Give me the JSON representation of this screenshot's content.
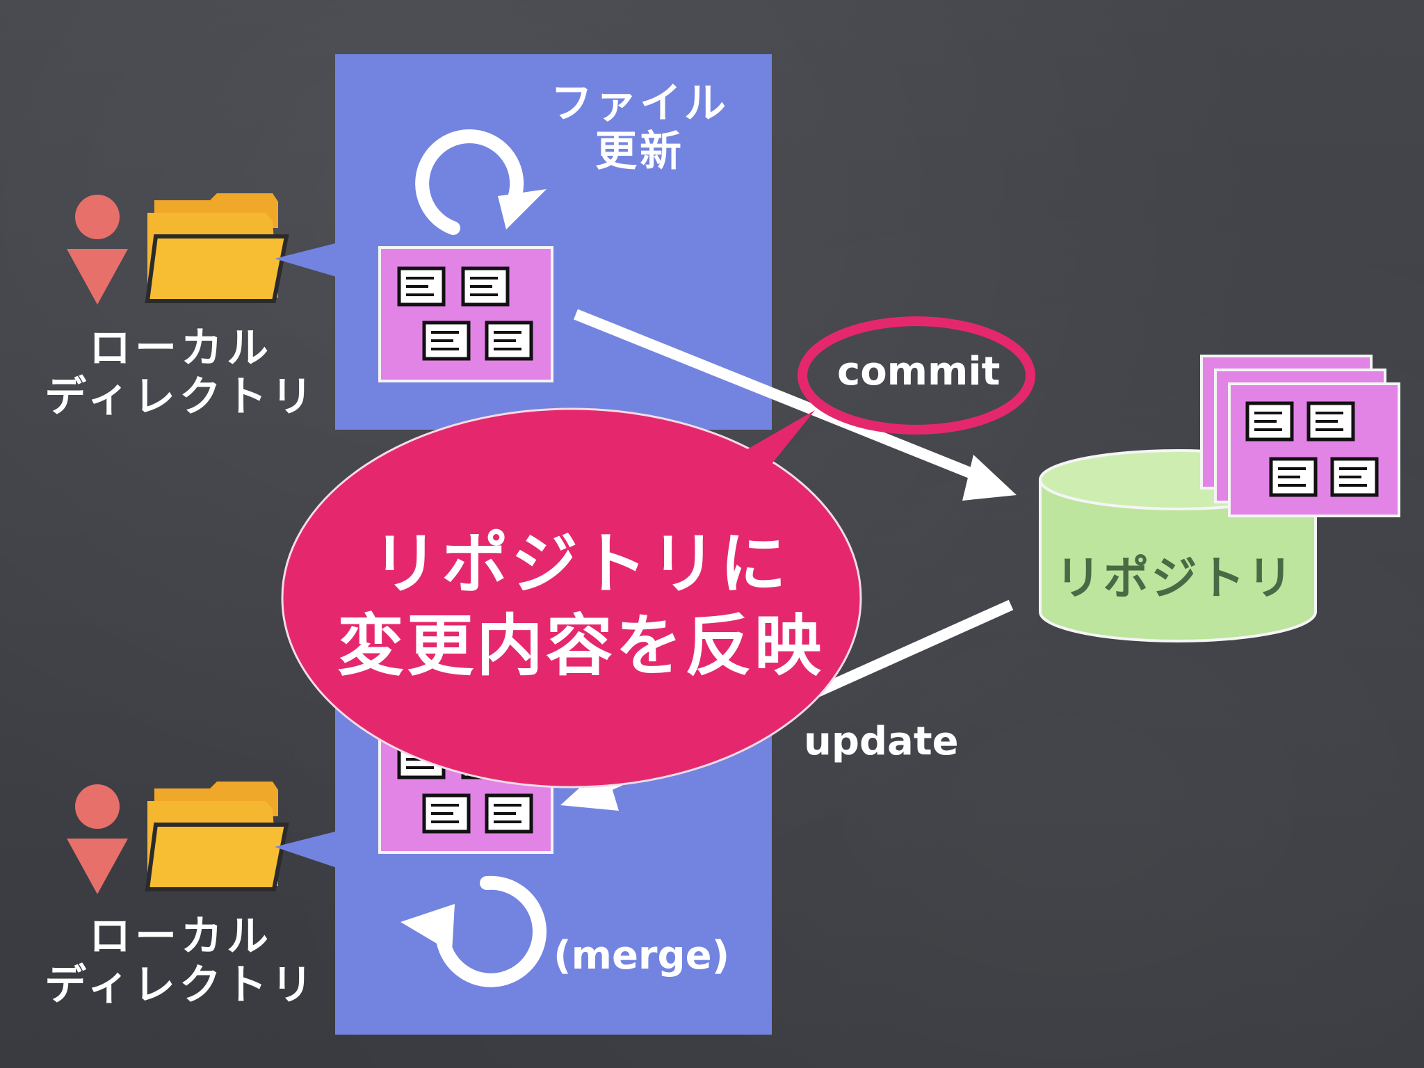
{
  "labels": {
    "file_update_line1": "ファイル",
    "file_update_line2": "更新",
    "local_dir_top_line1": "ローカル",
    "local_dir_top_line2": "ディレクトリ",
    "local_dir_bottom_line1": "ローカル",
    "local_dir_bottom_line2": "ディレクトリ",
    "commit": "commit",
    "update": "update",
    "merge": "(merge)",
    "repository": "リポジトリ",
    "callout_line1": "リポジトリに",
    "callout_line2": "変更内容を反映"
  },
  "icons": {
    "person": "person-icon",
    "folder": "folder-icon",
    "document": "document-icon",
    "cycle_arrow": "cycle-arrow-icon",
    "database": "database-icon"
  },
  "colors": {
    "background": "#3d3f45",
    "workspace_panel": "#7384e0",
    "file_card": "#e283e6",
    "folder": "#f5b730",
    "person": "#e8706a",
    "repository": "#bde59d",
    "callout": "#e5286e",
    "arrow": "#ffffff"
  }
}
